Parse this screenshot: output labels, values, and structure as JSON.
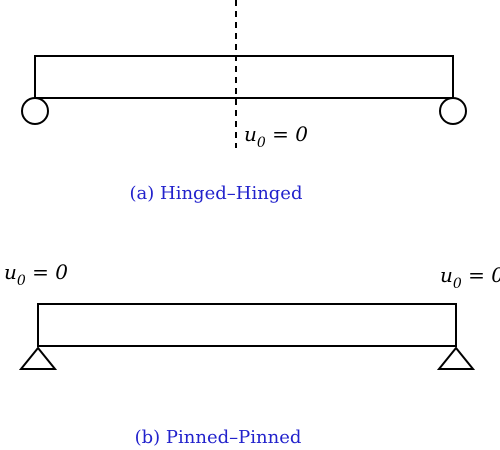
{
  "caption_color": "#2222cc",
  "stroke_color": "#000000",
  "diagram_a": {
    "caption": "(a) Hinged–Hinged",
    "center_label": {
      "symbol": "u",
      "subscript": "0",
      "rest": " = 0"
    }
  },
  "diagram_b": {
    "caption": "(b) Pinned–Pinned",
    "left_label": {
      "symbol": "u",
      "subscript": "0",
      "rest": " = 0"
    },
    "right_label": {
      "symbol": "u",
      "subscript": "0",
      "rest": " = 0"
    }
  }
}
